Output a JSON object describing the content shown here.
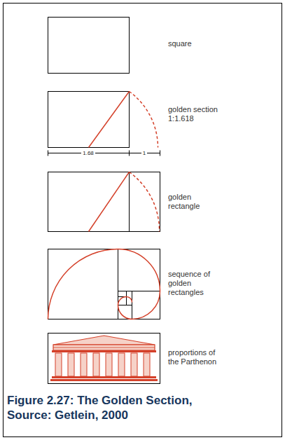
{
  "diagram": {
    "caption": "Figure 2.27: The Golden Section, Source: Getlein, 2000",
    "labels": [
      "square",
      "golden section",
      "1:1.618",
      "1.68",
      "1",
      "golden rectangle",
      "sequence of golden rectangles",
      "proportions of the Parthenon"
    ]
  }
}
